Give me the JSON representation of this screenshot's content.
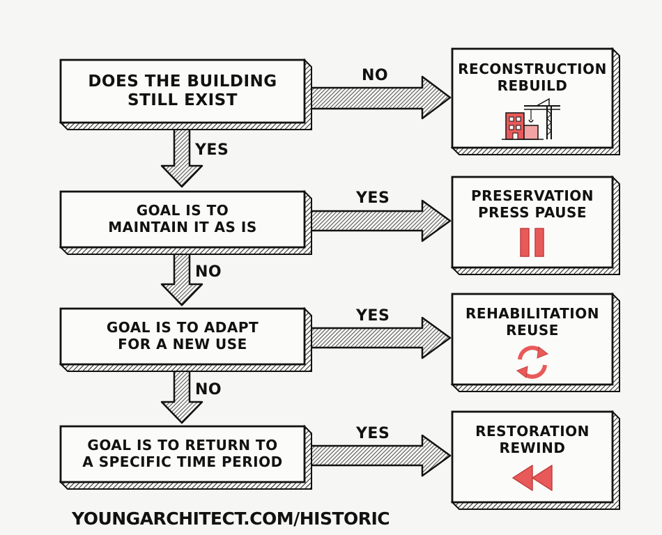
{
  "questions": [
    {
      "text": "DOES THE BUILDING STILL EXIST",
      "line1": "DOES THE BUILDING",
      "line2": "STILL EXIST"
    },
    {
      "text": "GOAL IS TO MAINTAIN IT AS IS",
      "line1": "GOAL IS TO",
      "line2": "MAINTAIN IT AS IS"
    },
    {
      "text": "GOAL IS TO ADAPT FOR A NEW USE",
      "line1": "GOAL IS TO ADAPT",
      "line2": "FOR A NEW USE"
    },
    {
      "text": "GOAL IS TO RETURN TO A SPECIFIC TIME PERIOD",
      "line1": "GOAL IS TO RETURN TO",
      "line2": "A SPECIFIC TIME PERIOD"
    }
  ],
  "results": [
    {
      "line1": "RECONSTRUCTION",
      "line2": "REBUILD",
      "icon": "crane-building-icon"
    },
    {
      "line1": "PRESERVATION",
      "line2": "PRESS PAUSE",
      "icon": "pause-icon"
    },
    {
      "line1": "REHABILITATION",
      "line2": "REUSE",
      "icon": "cycle-arrows-icon"
    },
    {
      "line1": "RESTORATION",
      "line2": "REWIND",
      "icon": "rewind-icon"
    }
  ],
  "edges": {
    "right": [
      "NO",
      "YES",
      "YES",
      "YES"
    ],
    "down": [
      "YES",
      "NO",
      "NO"
    ]
  },
  "footer": "YOUNGARCHITECT.COM/HISTORIC",
  "colors": {
    "ink": "#111111",
    "accent": "#e85a5a",
    "accent_light": "#f3a3a3",
    "paper": "#f6f6f4"
  }
}
